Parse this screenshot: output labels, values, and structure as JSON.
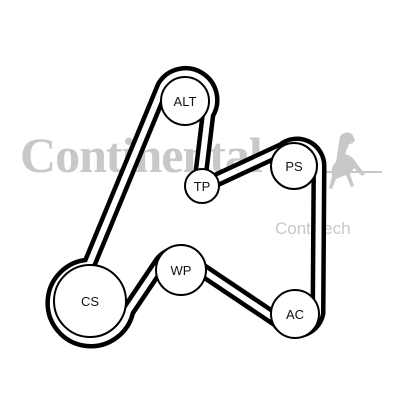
{
  "watermark": {
    "brand": "Continental",
    "sub_brand": "ContiTech",
    "logo_icon": "rearing-horse-icon",
    "color": "#c8c8c8"
  },
  "diagram": {
    "belt_color": "#000000",
    "pulleys": {
      "alt": "ALT",
      "tp": "TP",
      "ps": "PS",
      "wp": "WP",
      "cs": "CS",
      "ac": "AC"
    }
  }
}
